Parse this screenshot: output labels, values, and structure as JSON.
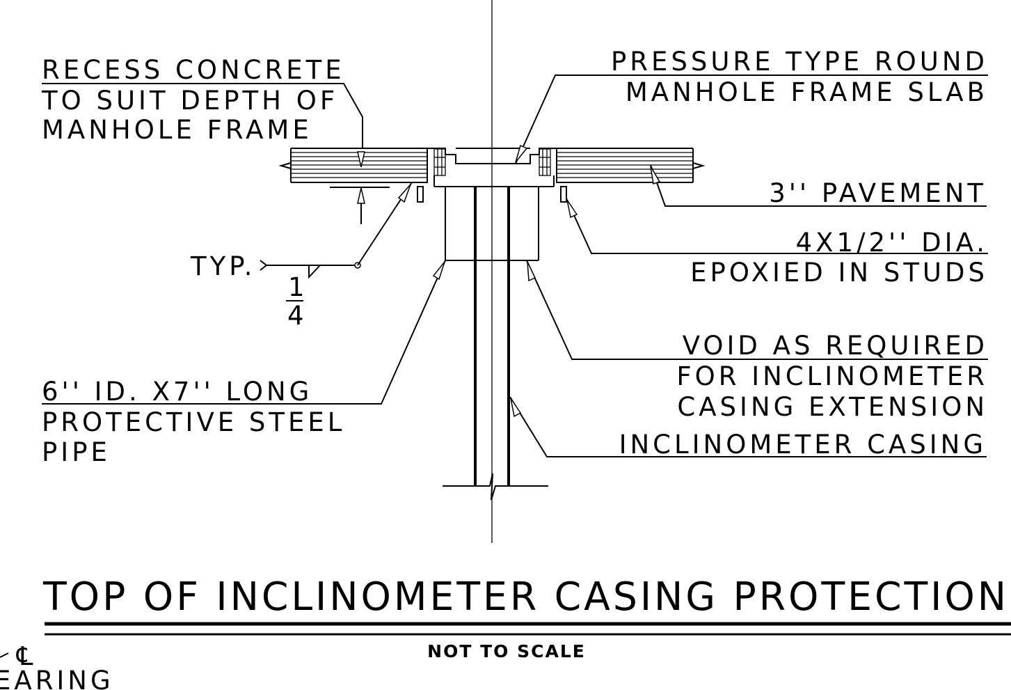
{
  "labels": {
    "recess": [
      "RECESS CONCRETE",
      "TO SUIT DEPTH OF",
      "MANHOLE FRAME"
    ],
    "pressure": [
      "PRESSURE TYPE ROUND",
      "MANHOLE FRAME SLAB"
    ],
    "pavement": "3'' PAVEMENT",
    "studs": [
      "4X1/2'' DIA.",
      "EPOXIED IN STUDS"
    ],
    "typ": "TYP.",
    "weld_num": "1",
    "weld_den": "4",
    "void": [
      "VOID AS REQUIRED",
      "FOR INCLINOMETER",
      "CASING EXTENSION"
    ],
    "pipe": [
      "6'' ID. X7'' LONG",
      "PROTECTIVE STEEL",
      "PIPE"
    ],
    "casing": "INCLINOMETER CASING"
  },
  "title": "TOP OF INCLINOMETER CASING PROTECTION",
  "subtitle": "NOT TO SCALE",
  "corner": [
    "℄",
    "EARING"
  ]
}
